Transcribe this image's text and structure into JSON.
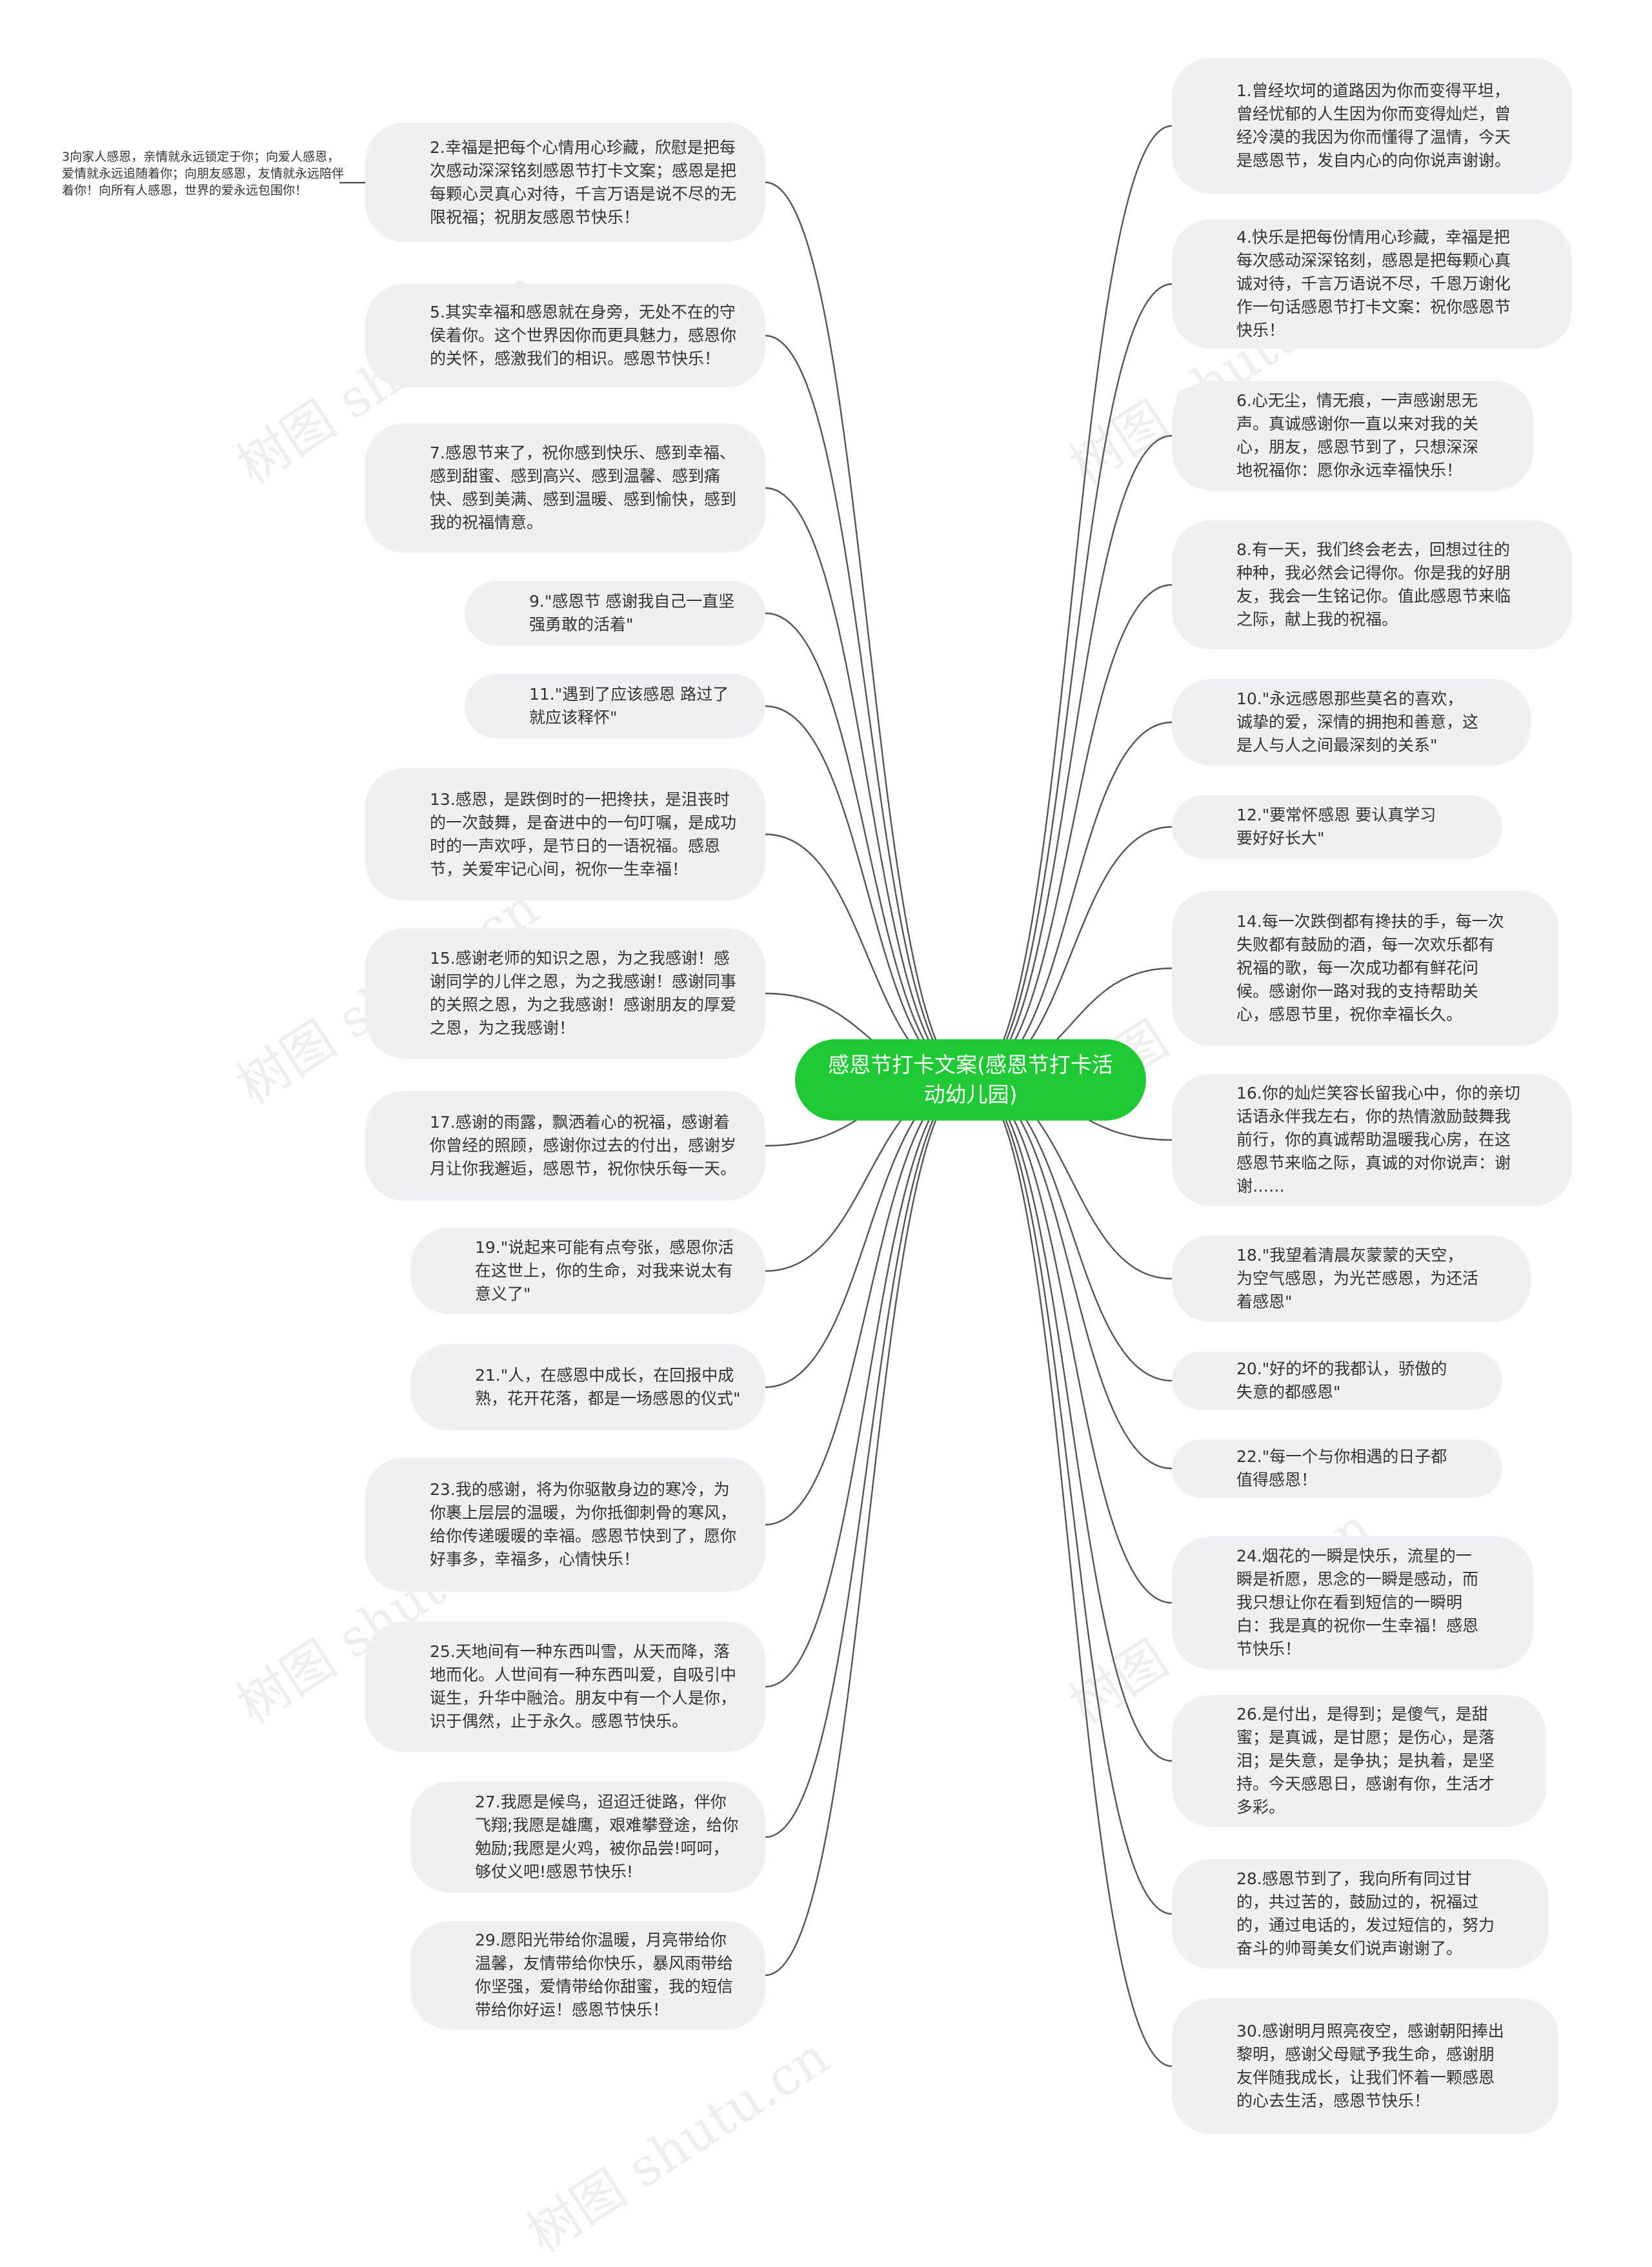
{
  "watermark": "树图 shutu.cn",
  "center": "感恩节打卡文案(感恩节打卡活动幼儿园)",
  "sub_note": "3向家人感恩，亲情就永远锁定于你；向爱人感恩，爱情就永远追随着你；向朋友感恩，友情就永远陪伴着你！向所有人感恩，世界的爱永远包围你！",
  "left_nodes": [
    "2.幸福是把每个心情用心珍藏，欣慰是把每次感动深深铭刻感恩节打卡文案；感恩是把每颗心灵真心对待，千言万语是说不尽的无限祝福；祝朋友感恩节快乐！",
    "5.其实幸福和感恩就在身旁，无处不在的守侯着你。这个世界因你而更具魅力，感恩你的关怀，感激我们的相识。感恩节快乐！",
    "7.感恩节来了，祝你感到快乐、感到幸福、感到甜蜜、感到高兴、感到温馨、感到痛快、感到美满、感到温暖、感到愉快，感到我的祝福情意。",
    "9.\"感恩节 感谢我自己一直坚强勇敢的活着\"",
    "11.\"遇到了应该感恩 路过了就应该释怀\"",
    "13.感恩，是跌倒时的一把搀扶，是沮丧时的一次鼓舞，是奋进中的一句叮嘱，是成功时的一声欢呼，是节日的一语祝福。感恩节，关爱牢记心间，祝你一生幸福！",
    "15.感谢老师的知识之恩，为之我感谢！感谢同学的儿伴之恩，为之我感谢！感谢同事的关照之恩，为之我感谢！感谢朋友的厚爱之恩，为之我感谢！",
    "17.感谢的雨露，飘洒着心的祝福，感谢着你曾经的照顾，感谢你过去的付出，感谢岁月让你我邂逅，感恩节，祝你快乐每一天。",
    "19.\"说起来可能有点夸张，感恩你活在这世上，你的生命，对我来说太有意义了\"",
    "21.\"人，在感恩中成长，在回报中成熟，花开花落，都是一场感恩的仪式\"",
    "23.我的感谢，将为你驱散身边的寒冷，为你裹上层层的温暖，为你抵御刺骨的寒风，给你传递暖暖的幸福。感恩节快到了，愿你好事多，幸福多，心情快乐！",
    "25.天地间有一种东西叫雪，从天而降，落地而化。人世间有一种东西叫爱，自吸引中诞生，升华中融洽。朋友中有一个人是你，识于偶然，止于永久。感恩节快乐。",
    "27.我愿是候鸟，迢迢迁徙路，伴你飞翔;我愿是雄鹰，艰难攀登途，给你勉励;我愿是火鸡，被你品尝!呵呵，够仗义吧!感恩节快乐!",
    "29.愿阳光带给你温暖，月亮带给你温馨，友情带给你快乐，暴风雨带给你坚强，爱情带给你甜蜜，我的短信带给你好运！感恩节快乐！"
  ],
  "right_nodes": [
    "1.曾经坎坷的道路因为你而变得平坦，曾经忧郁的人生因为你而变得灿烂，曾经冷漠的我因为你而懂得了温情，今天是感恩节，发自内心的向你说声谢谢。",
    "4.快乐是把每份情用心珍藏，幸福是把每次感动深深铭刻，感恩是把每颗心真诚对待，千言万语说不尽，千恩万谢化作一句话感恩节打卡文案：祝你感恩节快乐！",
    "6.心无尘，情无痕，一声感谢思无声。真诚感谢你一直以来对我的关心，朋友，感恩节到了，只想深深地祝福你：愿你永远幸福快乐！",
    "8.有一天，我们终会老去，回想过往的种种，我必然会记得你。你是我的好朋友，我会一生铭记你。值此感恩节来临之际，献上我的祝福。",
    "10.\"永远感恩那些莫名的喜欢，诚挚的爱，深情的拥抱和善意，这是人与人之间最深刻的关系\"",
    "12.\"要常怀感恩 要认真学习 要好好长大\"",
    "14.每一次跌倒都有搀扶的手，每一次失败都有鼓励的酒，每一次欢乐都有祝福的歌，每一次成功都有鲜花问候。感谢你一路对我的支持帮助关心，感恩节里，祝你幸福长久。",
    "16.你的灿烂笑容长留我心中，你的亲切话语永伴我左右，你的热情激励鼓舞我前行，你的真诚帮助温暖我心房，在这感恩节来临之际，真诚的对你说声：谢谢……",
    "18.\"我望着清晨灰蒙蒙的天空，为空气感恩，为光芒感恩，为还活着感恩\"",
    "20.\"好的坏的我都认，骄傲的失意的都感恩\"",
    "22.\"每一个与你相遇的日子都值得感恩！",
    "24.烟花的一瞬是快乐，流星的一瞬是祈愿，思念的一瞬是感动，而我只想让你在看到短信的一瞬明白：我是真的祝你一生幸福！感恩节快乐！",
    "26.是付出，是得到；是傻气，是甜蜜；是真诚，是甘愿；是伤心，是落泪；是失意，是争执；是执着，是坚持。今天感恩日，感谢有你，生活才多彩。",
    "28.感恩节到了，我向所有同过甘的，共过苦的，鼓励过的，祝福过的，通过电话的，发过短信的，努力奋斗的帅哥美女们说声谢谢了。",
    "30.感谢明月照亮夜空，感谢朝阳捧出黎明，感谢父母赋予我生命，感谢朋友伴随我成长，让我们怀着一颗感恩的心去生活，感恩节快乐！"
  ],
  "colors": {
    "center": "#1ec933",
    "node": "#eef0f3",
    "line": "#555555"
  }
}
